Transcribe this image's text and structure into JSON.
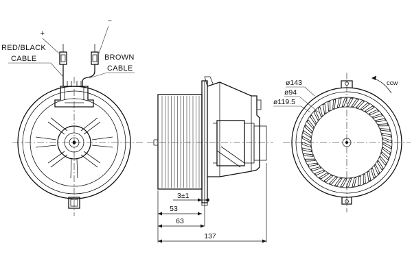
{
  "labels": {
    "plus": "+",
    "minus": "−",
    "red_black_cable_line1": "RED/BLACK",
    "red_black_cable_line2": "CABLE",
    "brown_cable_line1": "BROWN",
    "brown_cable_line2": "CABLE",
    "rotation": "ccw"
  },
  "dimensions": {
    "d_outer": "ø143",
    "d_inner": "ø94",
    "d_middle": "ø119.5",
    "offset": "3±1",
    "len_53": "53",
    "len_63": "63",
    "len_137": "137"
  },
  "fan": {
    "blade_count": 48
  },
  "colors": {
    "ink": "#111111",
    "paper": "#ffffff"
  }
}
